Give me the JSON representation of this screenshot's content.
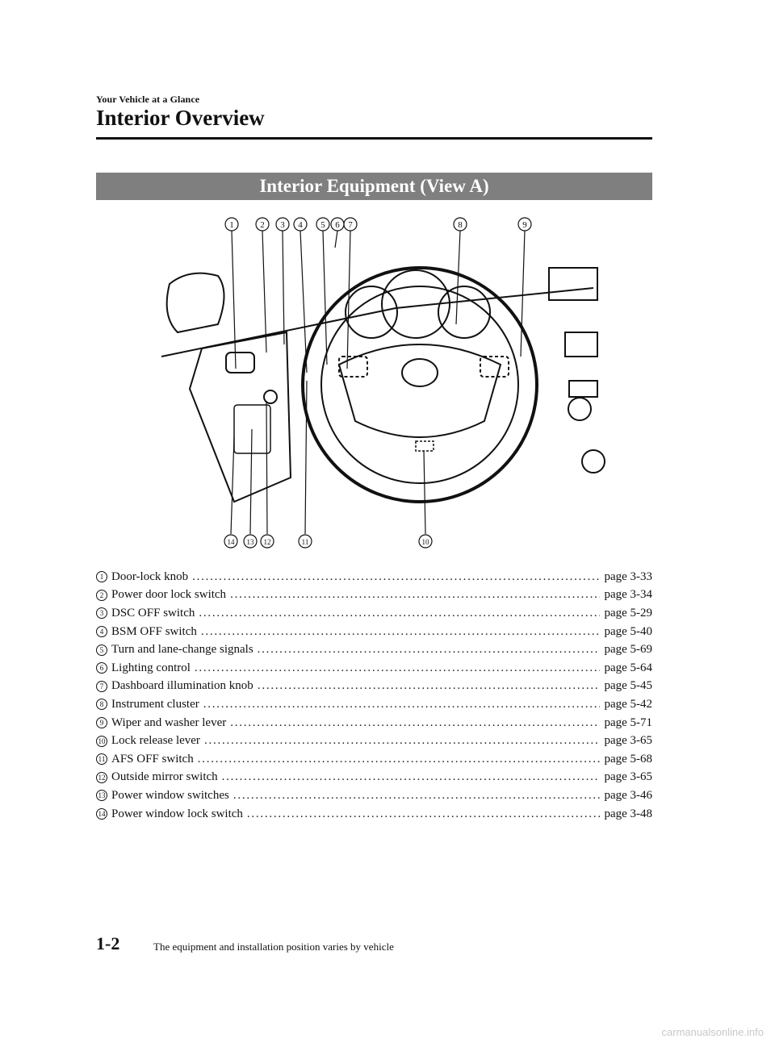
{
  "header": {
    "breadcrumb": "Your Vehicle at a Glance",
    "title": "Interior Overview"
  },
  "section": {
    "title": "Interior Equipment (View A)"
  },
  "diagram": {
    "callouts_top": [
      "1",
      "2",
      "3",
      "4",
      "5",
      "6",
      "7",
      "8",
      "9"
    ],
    "callouts_bottom": [
      "14",
      "13",
      "12",
      "11",
      "10"
    ]
  },
  "items": [
    {
      "num": "1",
      "label": "Door-lock knob",
      "page": "page 3-33"
    },
    {
      "num": "2",
      "label": "Power door lock switch",
      "page": "page 3-34"
    },
    {
      "num": "3",
      "label": "DSC OFF switch",
      "page": "page 5-29"
    },
    {
      "num": "4",
      "label": "BSM OFF switch",
      "page": "page 5-40"
    },
    {
      "num": "5",
      "label": "Turn and lane-change signals",
      "page": "page 5-69"
    },
    {
      "num": "6",
      "label": "Lighting control",
      "page": "page 5-64"
    },
    {
      "num": "7",
      "label": "Dashboard illumination knob",
      "page": "page 5-45"
    },
    {
      "num": "8",
      "label": "Instrument cluster",
      "page": "page 5-42"
    },
    {
      "num": "9",
      "label": "Wiper and washer lever",
      "page": "page 5-71"
    },
    {
      "num": "10",
      "label": "Lock release lever",
      "page": "page 3-65"
    },
    {
      "num": "11",
      "label": "AFS OFF switch",
      "page": "page 5-68"
    },
    {
      "num": "12",
      "label": "Outside mirror switch",
      "page": "page 3-65"
    },
    {
      "num": "13",
      "label": "Power window switches",
      "page": "page 3-46"
    },
    {
      "num": "14",
      "label": "Power window lock switch",
      "page": "page 3-48"
    }
  ],
  "footer": {
    "page_number": "1-2",
    "note": "The equipment and installation position varies by vehicle"
  },
  "watermark": "carmanualsonline.info"
}
